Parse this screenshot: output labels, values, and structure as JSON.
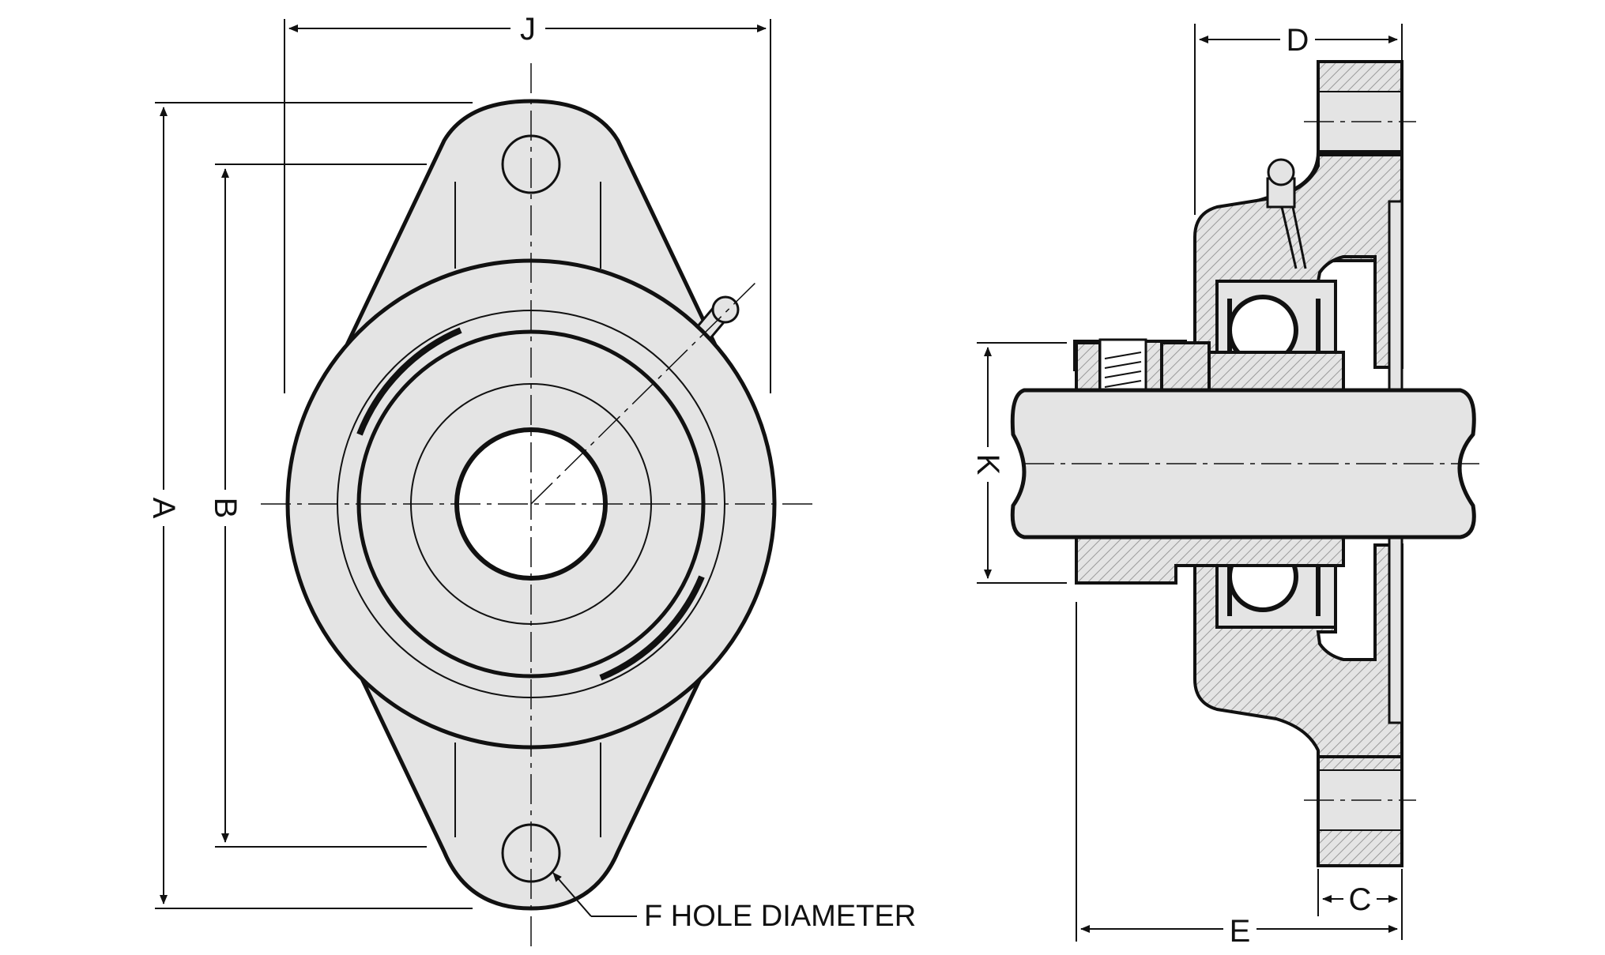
{
  "diagram": {
    "kind": "two-bolt flange bearing dimension drawing",
    "views": [
      "front view",
      "side section view"
    ],
    "colors": {
      "outline": "#111111",
      "body_fill": "#e4e4e4",
      "hatch": "#9a9a9a",
      "background": "#ffffff"
    }
  },
  "labels": {
    "A": "A",
    "B": "B",
    "J": "J",
    "D": "D",
    "K": "K",
    "C": "C",
    "E": "E"
  },
  "callouts": {
    "f_hole": "F HOLE DIAMETER"
  }
}
